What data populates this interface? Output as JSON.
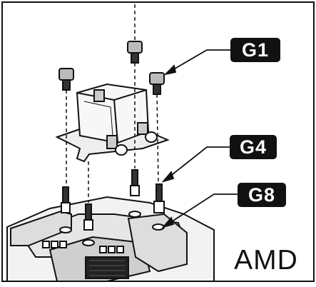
{
  "callouts": {
    "g1": "G1",
    "g4": "G4",
    "g8": "G8"
  },
  "platform": "AMD",
  "icons": [
    "screw-icon",
    "standoff-icon",
    "cpu-block-icon",
    "motherboard-icon"
  ],
  "colors": {
    "ink": "#111111",
    "paper": "#ffffff",
    "callout_bg": "#111111",
    "callout_text": "#ffffff"
  }
}
